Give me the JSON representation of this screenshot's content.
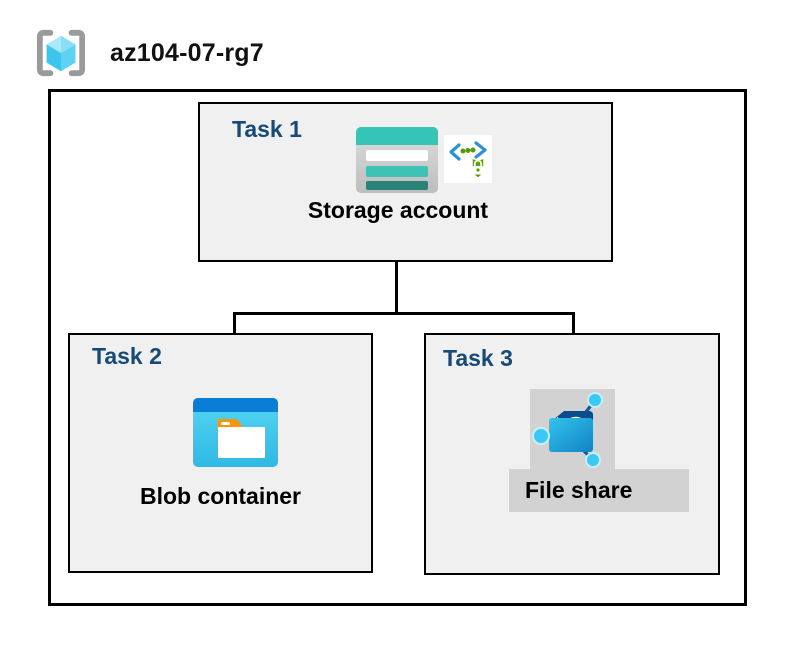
{
  "header": {
    "icon": "resource-group-icon",
    "title": "az104-07-rg7"
  },
  "diagram": {
    "tasks": [
      {
        "label": "Task 1",
        "caption": "Storage account",
        "icons": [
          "storage-account-icon",
          "sas-shield-icon"
        ]
      },
      {
        "label": "Task 2",
        "caption": "Blob container",
        "icons": [
          "blob-container-icon"
        ]
      },
      {
        "label": "Task 3",
        "caption": "File share",
        "icons": [
          "file-share-icon"
        ]
      }
    ],
    "connections": [
      {
        "from": "Storage account",
        "to": "Blob container"
      },
      {
        "from": "Storage account",
        "to": "File share"
      }
    ]
  },
  "colors": {
    "task_label": "#164a77",
    "box_fill": "#f0f0f1",
    "border": "#000000",
    "storage_teal": "#35c4b5",
    "storage_teal_dark": "#2b8378",
    "blob_top_blue": "#0a7dd6",
    "blob_body_blue": "#3ec9ee",
    "blob_tab_orange": "#f7950f",
    "fileshare_folder_blue": "#1e9cd8",
    "fileshare_flap_navy": "#0a4d8c",
    "fileshare_node_cyan": "#39c9f3",
    "sas_green": "#57a300",
    "sas_chevron_blue": "#2f8fd8",
    "rg_cube_cyan": "#5fd0f2",
    "rg_bracket_gray": "#9a9a9a",
    "plate_gray": "#d2d2d2"
  }
}
